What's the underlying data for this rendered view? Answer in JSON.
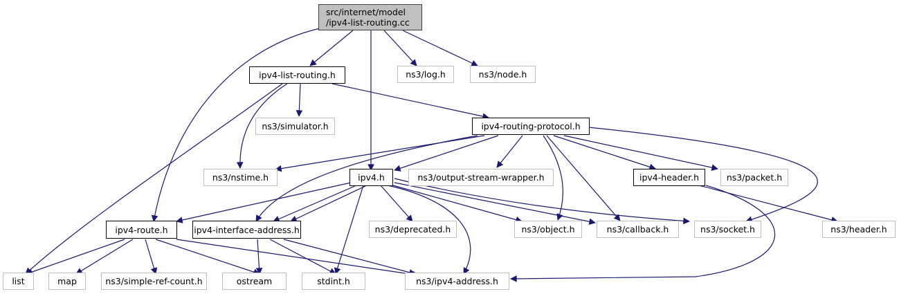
{
  "graph": {
    "title": "Include dependency graph for ipv4-list-routing.cc",
    "edge_color": "#191970",
    "root": {
      "line1": "src/internet/model",
      "line2": "/ipv4-list-routing.cc"
    },
    "nodes": {
      "ipv4_list_routing_h": "ipv4-list-routing.h",
      "log_h": "ns3/log.h",
      "node_h": "ns3/node.h",
      "simulator_h": "ns3/simulator.h",
      "ipv4_routing_protocol_h": "ipv4-routing-protocol.h",
      "nstime_h": "ns3/nstime.h",
      "ipv4_h": "ipv4.h",
      "output_stream_wrapper_h": "ns3/output-stream-wrapper.h",
      "ipv4_header_h": "ipv4-header.h",
      "packet_h": "ns3/packet.h",
      "ipv4_route_h": "ipv4-route.h",
      "ipv4_interface_address_h": "ipv4-interface-address.h",
      "deprecated_h": "ns3/deprecated.h",
      "object_h": "ns3/object.h",
      "callback_h": "ns3/callback.h",
      "socket_h": "ns3/socket.h",
      "header_h": "ns3/header.h",
      "list": "list",
      "map": "map",
      "simple_ref_count_h": "ns3/simple-ref-count.h",
      "ostream": "ostream",
      "stdint_h": "stdint.h",
      "ipv4_address_h": "ns3/ipv4-address.h"
    }
  }
}
